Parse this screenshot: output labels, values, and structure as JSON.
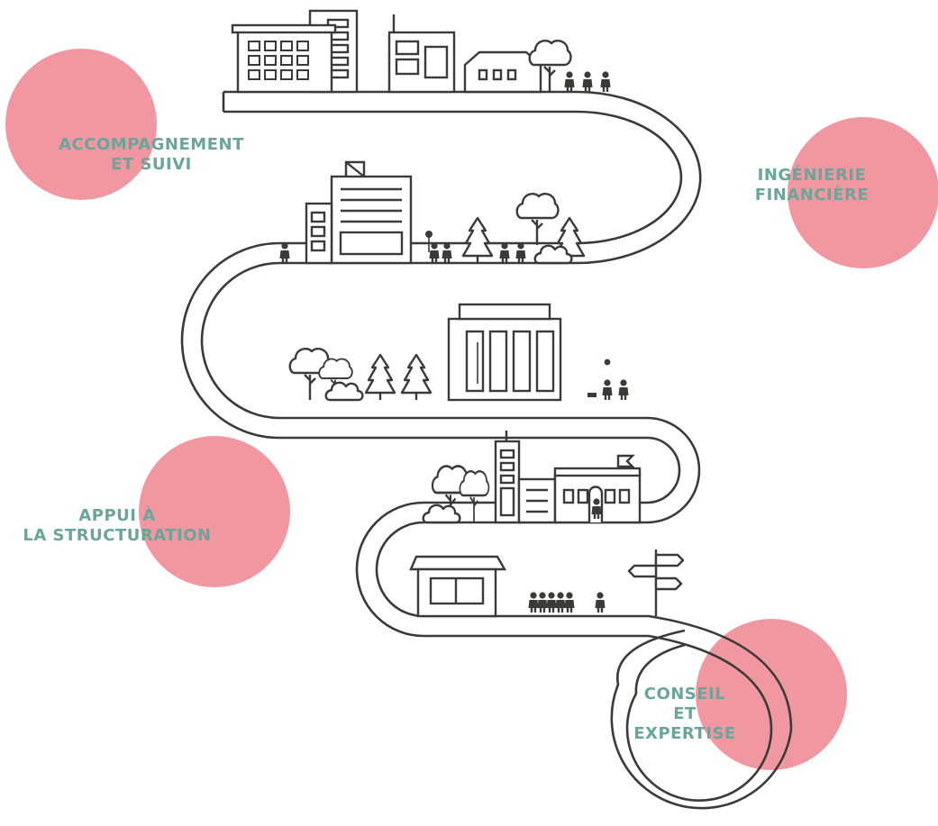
{
  "colors": {
    "ink": "#3a3a36",
    "accent": "#f08e9a",
    "label": "#6aa59a"
  },
  "labels": {
    "accompagnement": [
      "ACCOMPAGNEMENT",
      "ET SUIVI"
    ],
    "ingenierie": [
      "INGÉNIERIE",
      "FINANCIÈRE"
    ],
    "appui": [
      "APPUI À",
      "LA STRUCTURATION"
    ],
    "conseil": [
      "CONSEIL",
      "ET",
      "EXPERTISE"
    ]
  },
  "icons": [
    "building-icon",
    "house-icon",
    "tree-icon",
    "person-icon",
    "signpost-icon",
    "bus-shelter-icon",
    "school-icon"
  ]
}
